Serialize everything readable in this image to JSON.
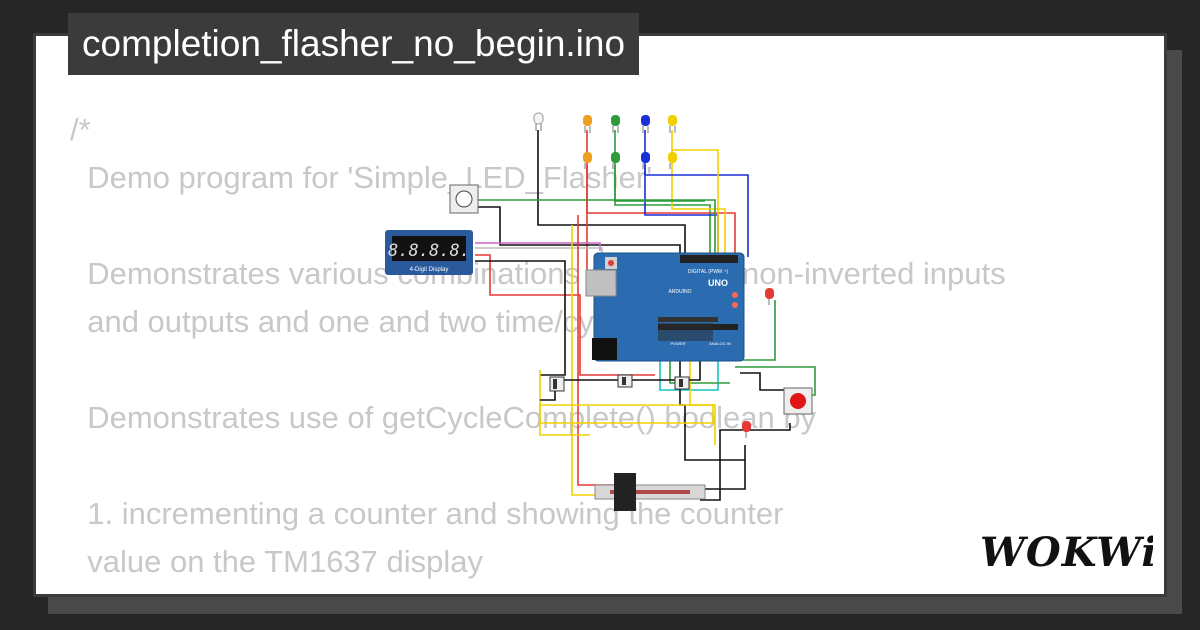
{
  "project": {
    "filename": "completion_flasher_no_begin.ino"
  },
  "code_lines": [
    "/*",
    "  Demo program for 'Simple_LED_Flasher'",
    "",
    "  Demonstrates various combinations of inverted/non-inverted inputs",
    "  and outputs and one and two time/cycle entries.",
    "",
    "  Demonstrates use of getCycleComplete() boolean by",
    "",
    "  1. incrementing a counter and showing the counter",
    "  value on the TM1637 display"
  ],
  "diagram": {
    "display_label": "4-Digit Display",
    "display_digits": "8.8.8.8.",
    "board_brand": "ARDUINO",
    "board_model": "UNO",
    "digital_label": "DIGITAL (PWM ~)",
    "power_label": "POWER",
    "analog_label": "ANALOG IN"
  },
  "brand": {
    "logo_text": "WOKWi",
    "logo_icon": "wokwi-wordmark-logo"
  },
  "colors": {
    "background": "#262626",
    "card": "#ffffff",
    "tab": "#3b3b3b",
    "code_text": "#c8c8c8",
    "board": "#2b6cb0",
    "wire_red": "#e53935",
    "wire_green": "#2e9b3b",
    "wire_blue": "#1a2fd6",
    "wire_yellow": "#f2d000",
    "wire_black": "#111111"
  }
}
